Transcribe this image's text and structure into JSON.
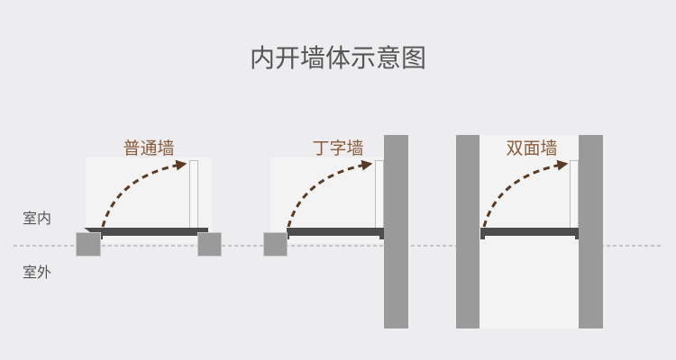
{
  "title": "内开墙体示意图",
  "side_labels": {
    "indoor": "室内",
    "outdoor": "室外"
  },
  "diagrams": [
    {
      "label": "普通墙"
    },
    {
      "label": "丁字墙"
    },
    {
      "label": "双面墙"
    }
  ],
  "colors": {
    "label": "#8b5a3a",
    "arrow": "#5a3a22",
    "frame": "#4d4d4d",
    "wall": "#999a99"
  }
}
